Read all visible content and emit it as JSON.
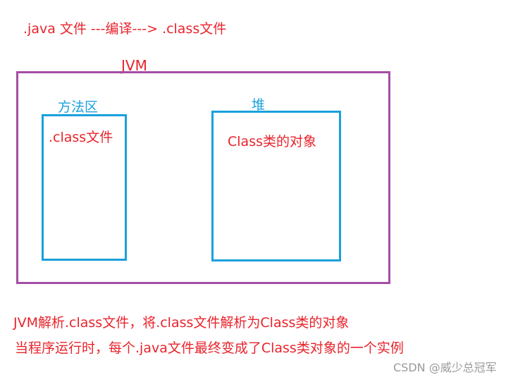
{
  "header": {
    "title": ".java 文件 ---编译---> .class文件"
  },
  "diagram": {
    "jvm_label": "JVM",
    "method_area": {
      "label": "方法区",
      "content": ".class文件"
    },
    "heap": {
      "label": "堆",
      "content": "Class类的对象"
    }
  },
  "notes": [
    "JVM解析.class文件，将.class文件解析为Class类的对象",
    "当程序运行时，每个.java文件最终变成了Class类对象的一个实例"
  ],
  "watermark": "CSDN @威少总冠军",
  "colors": {
    "text_red": "#e8232b",
    "box_blue": "#1aa0dc",
    "jvm_purple": "#a44ea4",
    "watermark_gray": "#9a9a9a"
  }
}
